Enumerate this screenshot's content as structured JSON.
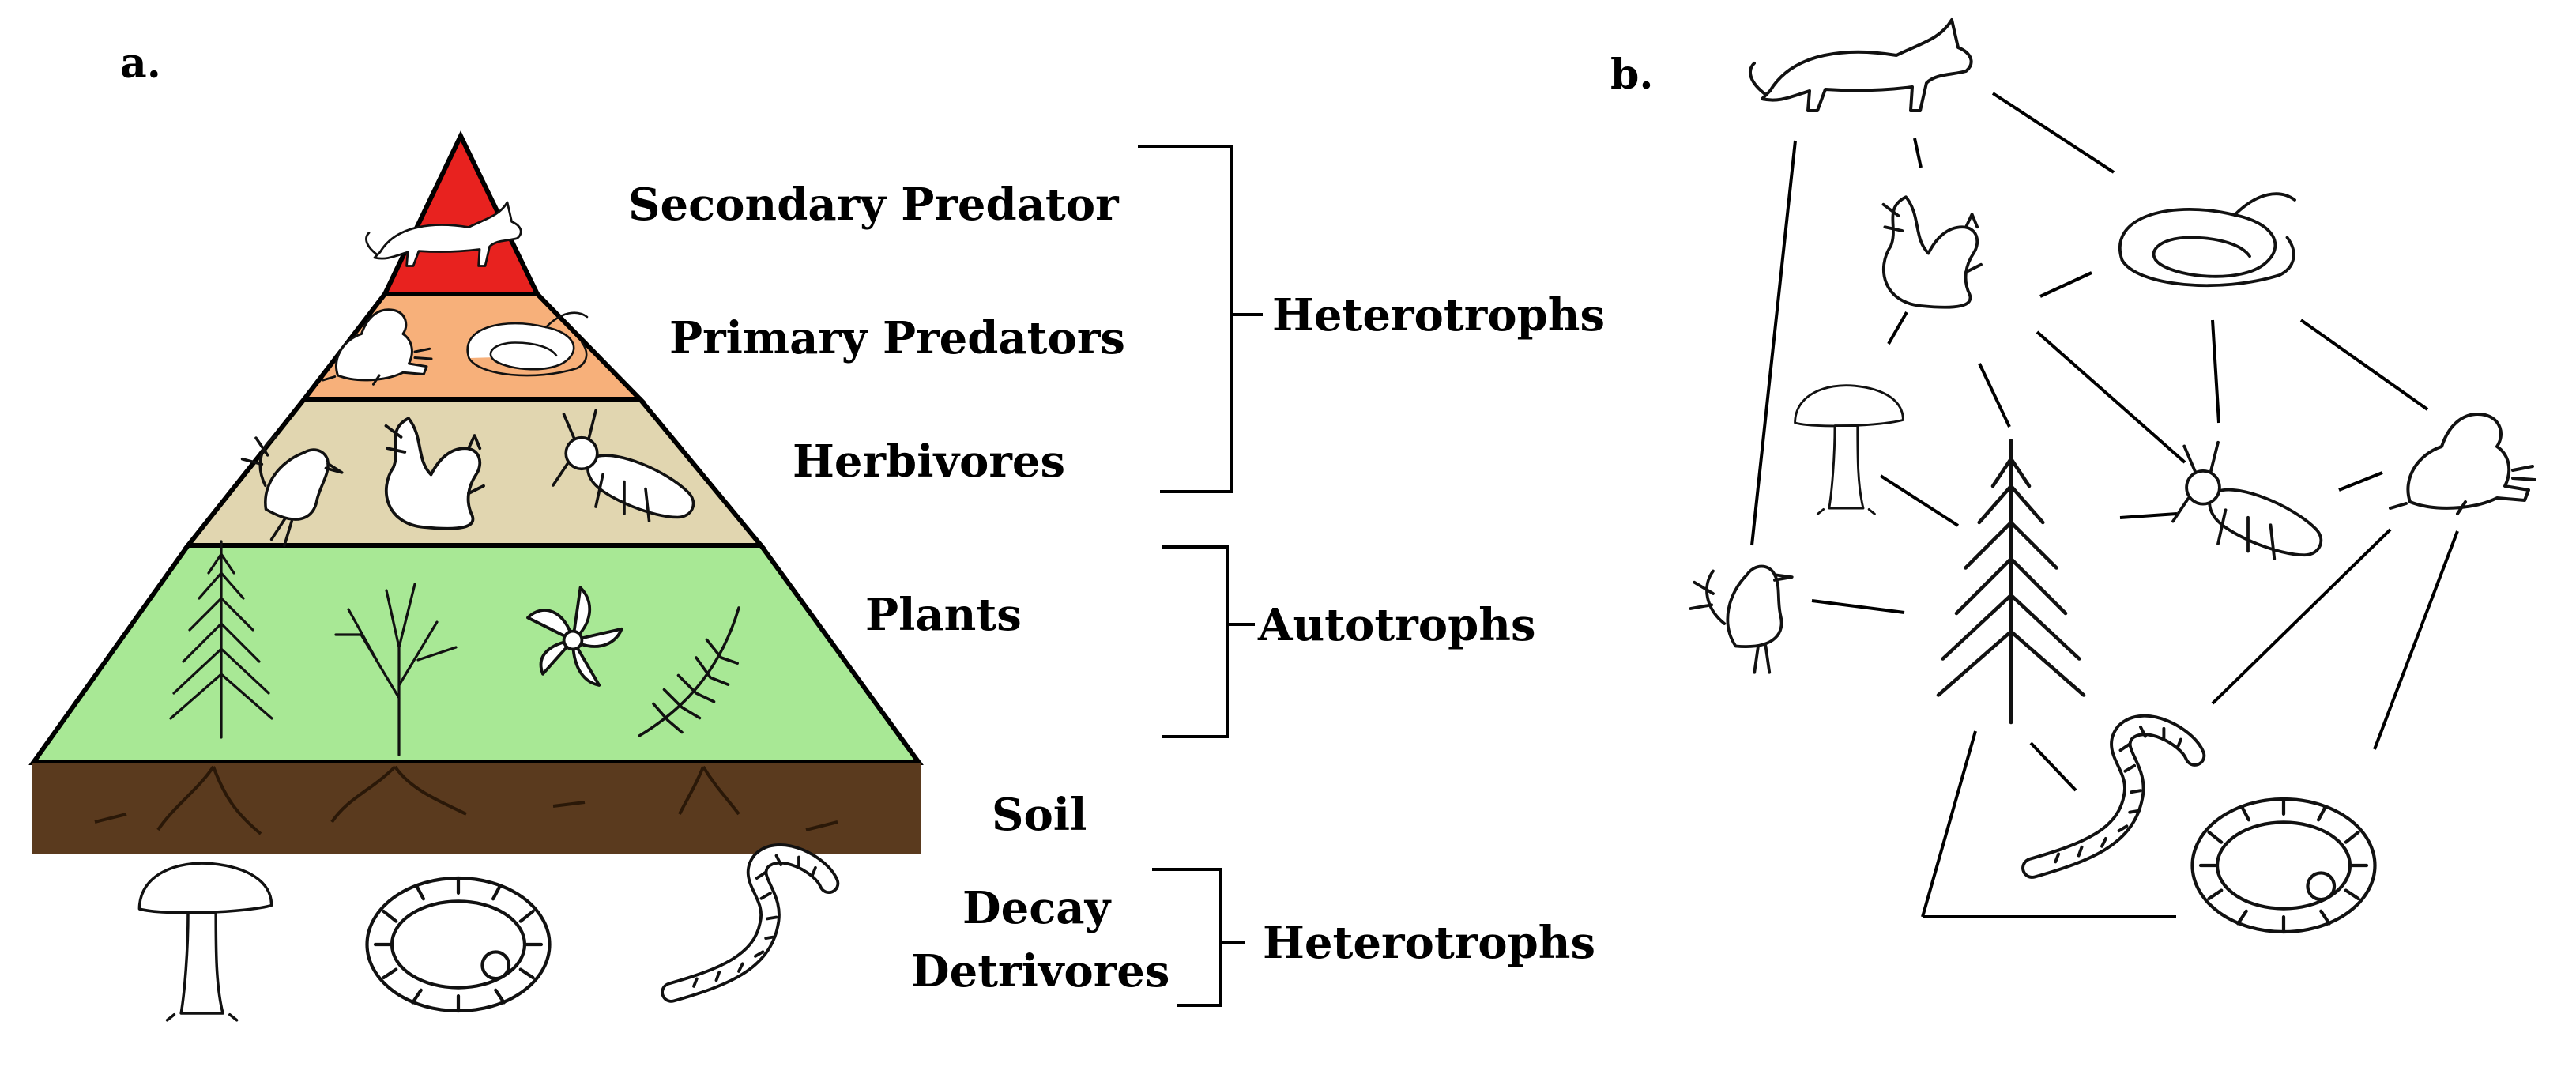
{
  "colors": {
    "secondary_tier": "#e8221f",
    "primary_tier": "#f7b07a",
    "herbivore_tier": "#e1d6b0",
    "plants_tier": "#a8e895",
    "soil": "#5a3a1e"
  },
  "panel_a": {
    "letter": "a.",
    "tiers": {
      "secondary": "Secondary Predator",
      "primary": "Primary Predators",
      "herbivores": "Herbivores",
      "plants": "Plants",
      "soil": "Soil",
      "decay": "Decay",
      "detrivores": "Detrivores"
    },
    "brackets": {
      "upper": "Heterotrophs",
      "middle": "Autotrophs",
      "lower": "Heterotrophs"
    },
    "icons": [
      "fox-icon",
      "frog-icon",
      "snake-icon",
      "bird-icon",
      "squirrel-icon",
      "beetle-icon",
      "pine-tree-icon",
      "bare-tree-icon",
      "flower-icon",
      "fern-icon",
      "mushroom-icon",
      "grub-icon",
      "worm-icon"
    ]
  },
  "panel_b": {
    "letter": "b.",
    "nodes": [
      "fox",
      "squirrel",
      "snake",
      "mushroom",
      "tree",
      "beetle",
      "frog",
      "bird",
      "worm",
      "grub"
    ]
  }
}
